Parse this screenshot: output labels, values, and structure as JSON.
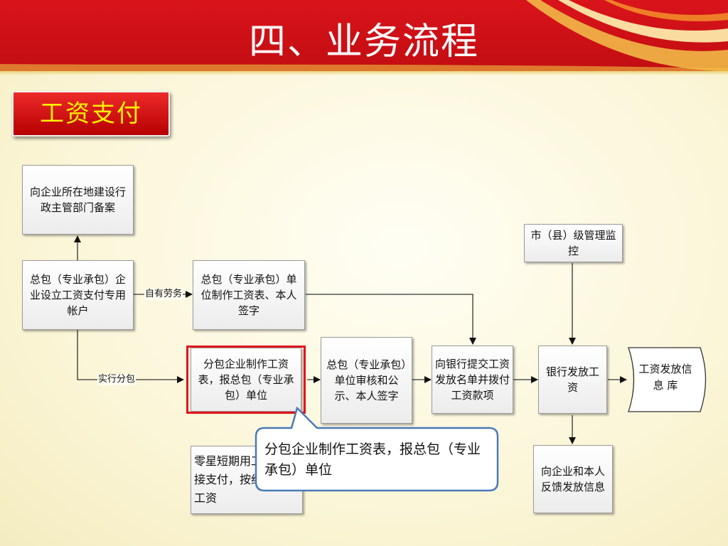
{
  "header": {
    "title": "四、业务流程"
  },
  "section": {
    "label": "工资支付"
  },
  "boxes": {
    "register": "向企业所在地建设行政主管部门备案",
    "account": "总包（专业承包）企业设立工资支付专用帐户",
    "general_payroll": "总包（专业承包）单位制作工资表、本人签字",
    "sub_payroll": "分包企业制作工资表，报总包（专业承包）单位",
    "review": "总包（专业承包）单位审核和公示、本人签字",
    "bank_submit": "向银行提交工资发放名单并拨付工资款项",
    "bank_pay": "银行发放工资",
    "database": "工资发放信 息 库",
    "city_monitor": "市（县）级管理监控",
    "feedback": "向企业和本人反馈发放信息",
    "casual": "零星短期用工约定直接支付，按约定发放工资"
  },
  "labels": {
    "own_labor": "自有劳务",
    "subcontract": "实行分包"
  },
  "callout": {
    "text": "分包企业制作工资表，报总包（专业承包）单位"
  },
  "colors": {
    "header_red": "#d9141b",
    "button_text": "#fff200",
    "highlight": "#e0141b",
    "callout_border": "#4a7ab8"
  }
}
